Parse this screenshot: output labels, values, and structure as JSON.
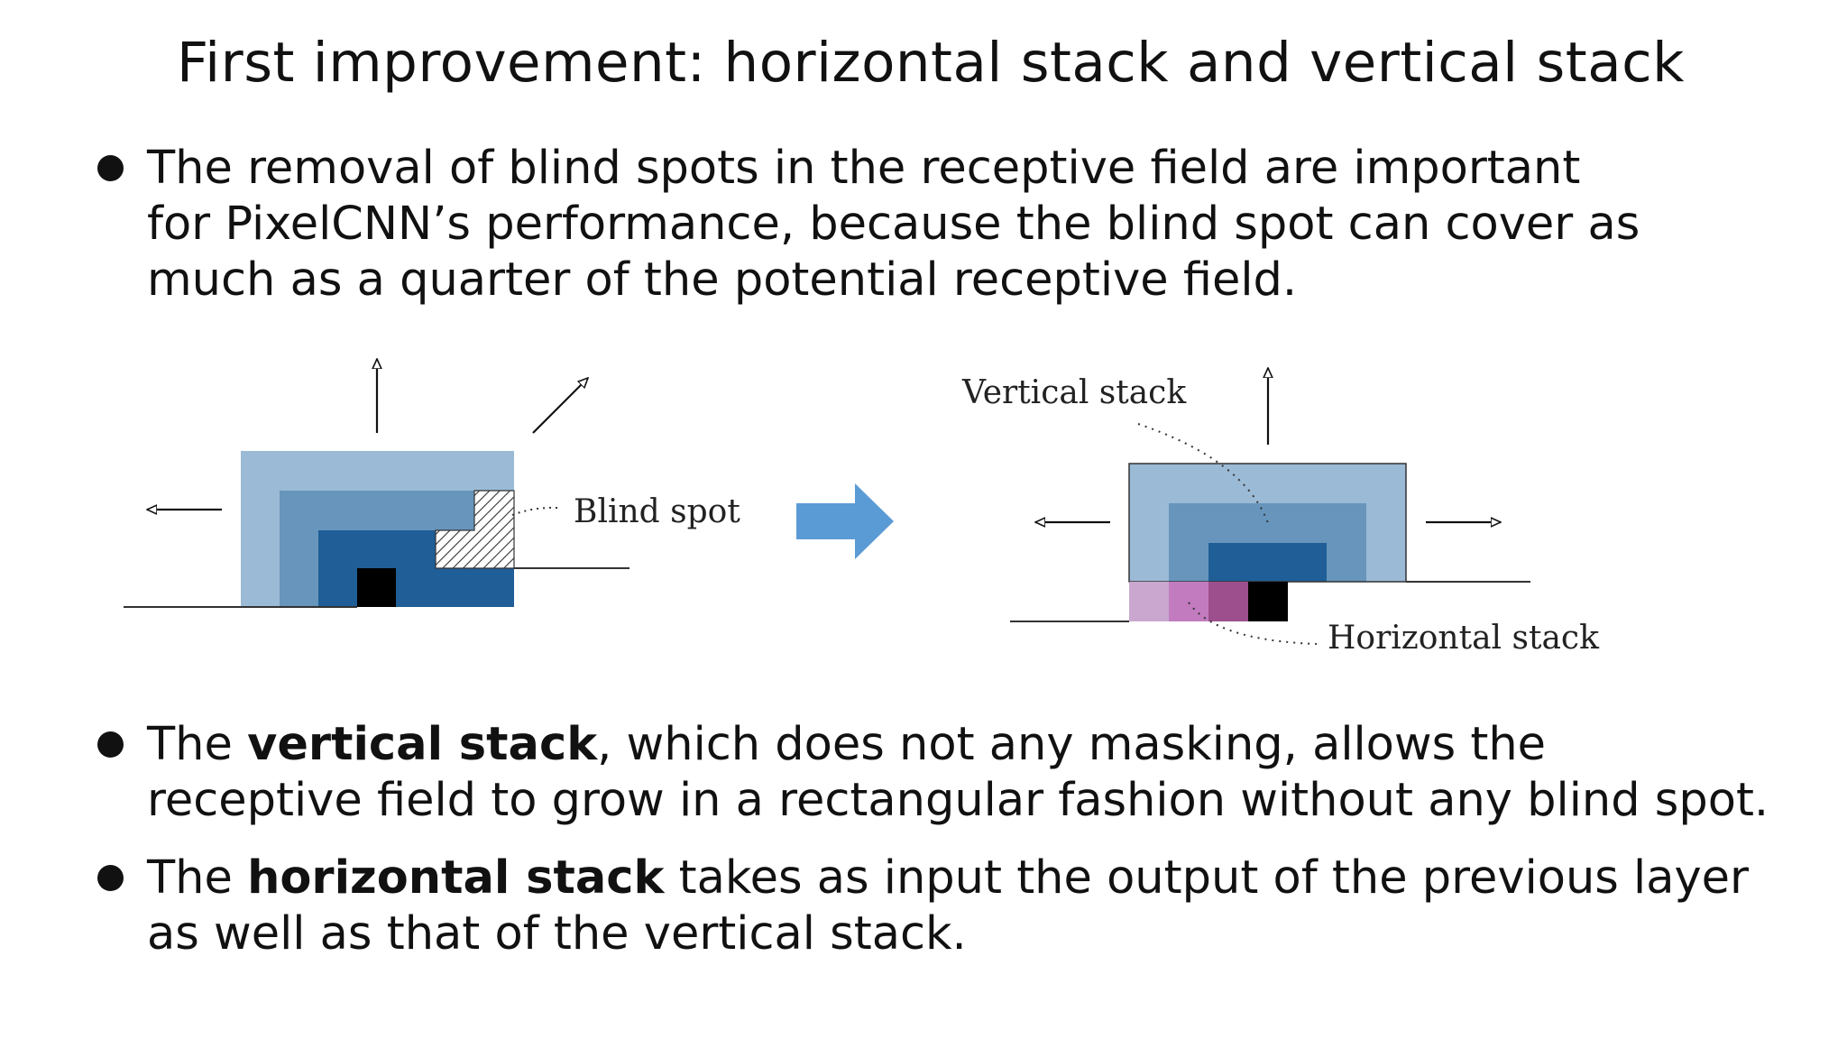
{
  "title": "First improvement: horizontal stack and vertical stack",
  "bullets": [
    {
      "lines": [
        "The removal of blind spots in the receptive field are important",
        "for PixelCNN’s performance, because the blind spot can cover as",
        "much as a quarter of the potential receptive field."
      ]
    },
    {
      "pre": "The ",
      "bold": "vertical stack",
      "post": ", which does not any masking, allows the",
      "line2": "receptive field to grow in a rectangular fashion without any blind spot."
    },
    {
      "pre": "The ",
      "bold": "horizontal stack",
      "post": " takes as input the output of the previous layer",
      "line2": "as well as that of the vertical stack."
    }
  ],
  "figure": {
    "left_label": "Blind spot",
    "right_vertical_label": "Vertical stack",
    "right_horizontal_label": "Horizontal stack"
  },
  "colors": {
    "outer_blue": "#9BBAD6",
    "mid_blue": "#6795BC",
    "inner_blue": "#1F5E97",
    "arrow_blue": "#5B9BD5",
    "pink_light": "#C9A7CF",
    "pink_mid": "#C37BC0",
    "pink_dark": "#9C4F8C",
    "black": "#000000"
  }
}
